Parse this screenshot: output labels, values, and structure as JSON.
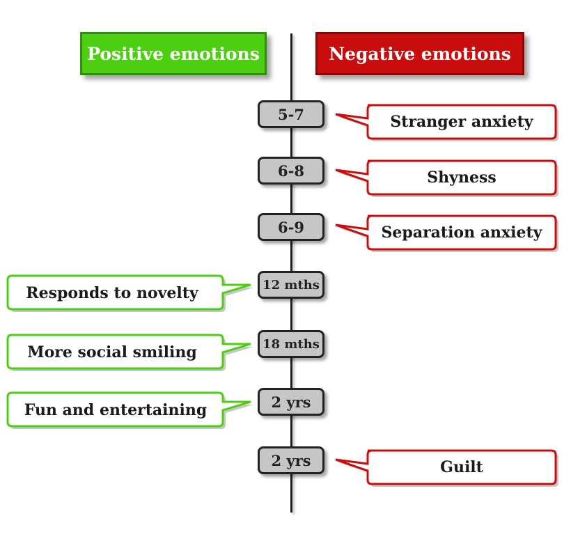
{
  "headers": {
    "positive": "Positive emotions",
    "negative": "Negative emotions"
  },
  "milestones": [
    {
      "age": "5-7",
      "side": "negative",
      "emotion": "Stranger anxiety"
    },
    {
      "age": "6-8",
      "side": "negative",
      "emotion": "Shyness"
    },
    {
      "age": "6-9",
      "side": "negative",
      "emotion": "Separation anxiety"
    },
    {
      "age": "12 mths",
      "side": "positive",
      "emotion": "Responds to novelty"
    },
    {
      "age": "18 mths",
      "side": "positive",
      "emotion": "More social smiling"
    },
    {
      "age": "2 yrs",
      "side": "positive",
      "emotion": "Fun and entertaining"
    },
    {
      "age": "2 yrs",
      "side": "negative",
      "emotion": "Guilt"
    }
  ],
  "colors": {
    "positive": "#4ccf10",
    "positive_border": "#2e8f09",
    "negative": "#c90c0c",
    "negative_border": "#8c0606",
    "age_box": "#c6c6c6"
  }
}
